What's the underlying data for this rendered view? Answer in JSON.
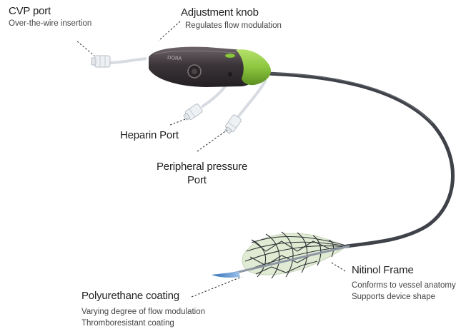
{
  "labels": {
    "cvp_port": {
      "title": "CVP port",
      "desc": "Over-the-wire insertion"
    },
    "adjustment_knob": {
      "title": "Adjustment knob",
      "desc": "Regulates flow modulation"
    },
    "heparin_port": {
      "title": "Heparin Port"
    },
    "peripheral_pressure": {
      "title_line1": "Peripheral pressure",
      "title_line2": "Port"
    },
    "nitinol_frame": {
      "title": "Nitinol Frame",
      "desc_line1": "Conforms to vessel anatomy",
      "desc_line2": "Supports device shape"
    },
    "polyurethane_coating": {
      "title": "Polyurethane coating",
      "desc_line1": "Varying degree of flow modulation",
      "desc_line2": "Thromboresistant coating"
    }
  },
  "device": {
    "brand_text": "DORA"
  },
  "colors": {
    "handle_dark": "#3a3438",
    "accent_green": "#8cc63f",
    "catheter": "#4a4d55",
    "frame_fill": "#d9e8c8",
    "leader": "#333333"
  }
}
